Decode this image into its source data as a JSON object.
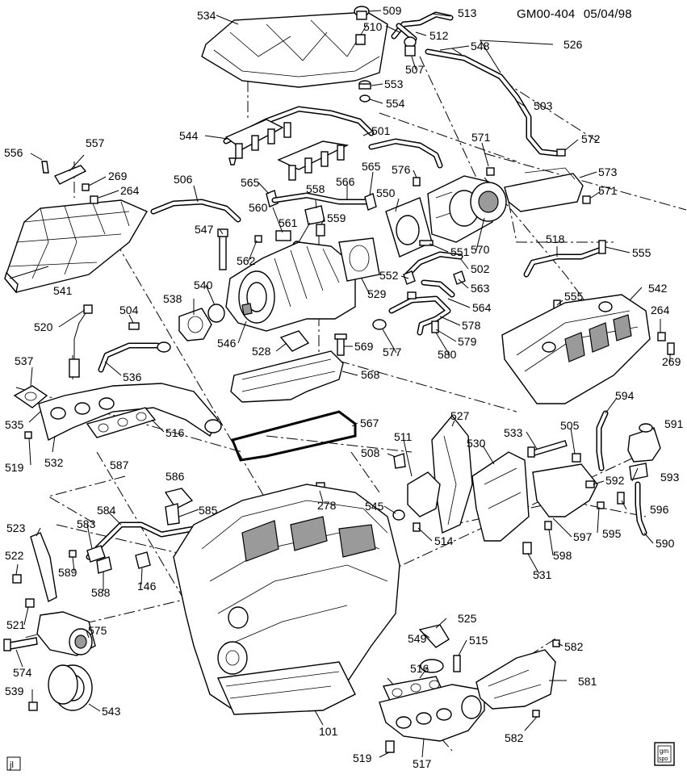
{
  "header": {
    "drawing_id": "GM00-404",
    "date": "05/04/98"
  },
  "corner_marks": {
    "left": "jl",
    "right_top": "gm",
    "right_bottom": "spo"
  },
  "labels": {
    "l534": "534",
    "l509": "509",
    "l513": "513",
    "l510": "510",
    "l512": "512",
    "l548": "548",
    "l507": "507",
    "l526": "526",
    "l553": "553",
    "l554": "554",
    "l503": "503",
    "l501": "501",
    "l571a": "571",
    "l572": "572",
    "l573": "573",
    "l571b": "571",
    "l556": "556",
    "l557": "557",
    "l269a": "269",
    "l264a": "264",
    "l544": "544",
    "l565a": "565",
    "l558": "558",
    "l566": "566",
    "l565b": "565",
    "l576": "576",
    "l550": "550",
    "l506": "506",
    "l560": "560",
    "l561": "561",
    "l559": "559",
    "l547": "547",
    "l562": "562",
    "l551": "551",
    "l570": "570",
    "l518": "518",
    "l555a": "555",
    "l502": "502",
    "l552": "552",
    "l563": "563",
    "l529": "529",
    "l564": "564",
    "l541": "541",
    "l540": "540",
    "l538": "538",
    "l546": "546",
    "l528": "528",
    "l569": "569",
    "l578": "578",
    "l579": "579",
    "l577": "577",
    "l580": "580",
    "l542": "542",
    "l555b": "555",
    "l264b": "264",
    "l269b": "269",
    "l504": "504",
    "l520": "520",
    "l537": "537",
    "l536": "536",
    "l568": "568",
    "l535": "535",
    "l516a": "516",
    "l567": "567",
    "l527": "527",
    "l594": "594",
    "l519a": "519",
    "l532": "532",
    "l533": "533",
    "l505": "505",
    "l591": "591",
    "l508": "508",
    "l511": "511",
    "l530": "530",
    "l587": "587",
    "l586": "586",
    "l593": "593",
    "l592": "592",
    "l545": "545",
    "l278": "278",
    "l596": "596",
    "l523": "523",
    "l584": "584",
    "l585": "585",
    "l514": "514",
    "l583": "583",
    "l597": "597",
    "l595": "595",
    "l590": "590",
    "l522": "522",
    "l589": "589",
    "l598": "598",
    "l588": "588",
    "l146": "146",
    "l531": "531",
    "l521": "521",
    "l575": "575",
    "l525": "525",
    "l549": "549",
    "l515": "515",
    "l574": "574",
    "l582a": "582",
    "l516b": "516",
    "l581": "581",
    "l539": "539",
    "l543": "543",
    "l101": "101",
    "l582b": "582",
    "l519b": "519",
    "l517": "517"
  }
}
